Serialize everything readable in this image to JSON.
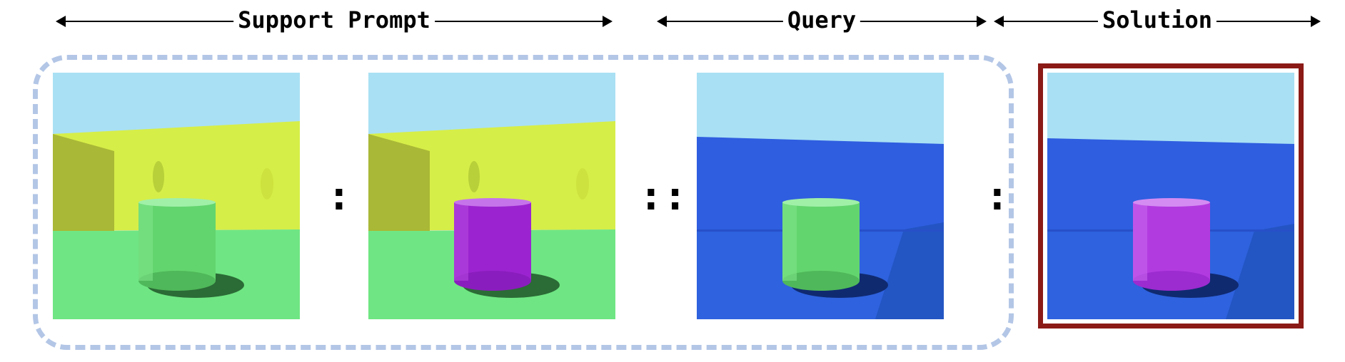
{
  "headers": {
    "support_prompt": "Support Prompt",
    "query": "Query",
    "solution": "Solution"
  },
  "separators": {
    "ratio_1": ":",
    "analogy": "::",
    "ratio_2": ":"
  },
  "panels": [
    {
      "name": "support-image-1",
      "wall_color": "#d6ee48",
      "floor_color": "#6fe683",
      "cylinder_color": "#63d56e"
    },
    {
      "name": "support-image-2",
      "wall_color": "#d6ee48",
      "floor_color": "#6fe683",
      "cylinder_color": "#9b24d0"
    },
    {
      "name": "query-image",
      "wall_color": "#2f5ee0",
      "floor_color": "#2e62de",
      "cylinder_color": "#63d56e"
    },
    {
      "name": "solution-image",
      "wall_color": "#2f5ee0",
      "floor_color": "#2e62de",
      "cylinder_color": "#b23be0"
    }
  ],
  "colors": {
    "sky": "#a9e0f4",
    "dashed_border": "#b3c6e6",
    "solution_border": "#8b1a16"
  }
}
